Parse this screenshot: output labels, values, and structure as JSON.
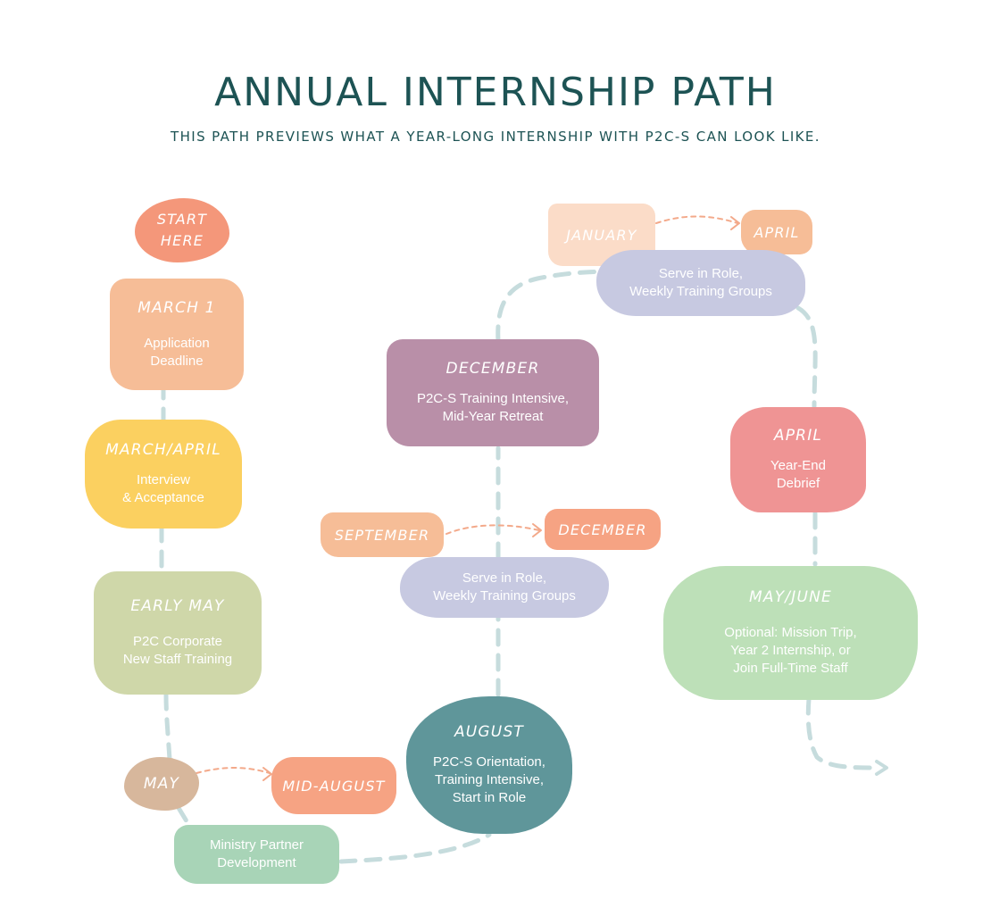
{
  "title": "ANNUAL INTERNSHIP PATH",
  "subtitle": "THIS PATH PREVIEWS WHAT A YEAR-LONG INTERNSHIP WITH P2C-S CAN LOOK LIKE.",
  "start": {
    "label": "START\nHERE"
  },
  "steps": {
    "march1": {
      "month": "MARCH 1",
      "desc": "Application\nDeadline"
    },
    "march_april": {
      "month": "MARCH/APRIL",
      "desc": "Interview\n& Acceptance"
    },
    "early_may": {
      "month": "EARLY MAY",
      "desc": "P2C Corporate\nNew Staff Training"
    },
    "may": {
      "month": "MAY"
    },
    "mid_august": {
      "month": "MID-AUGUST"
    },
    "ministry": {
      "desc": "Ministry Partner\nDevelopment"
    },
    "august": {
      "month": "AUGUST",
      "desc": "P2C-S Orientation,\nTraining Intensive,\nStart in Role"
    },
    "september": {
      "month": "SEPTEMBER"
    },
    "december_tag": {
      "month": "DECEMBER"
    },
    "serve1": {
      "desc": "Serve in Role,\nWeekly Training Groups"
    },
    "december": {
      "month": "DECEMBER",
      "desc": "P2C-S Training Intensive,\nMid-Year Retreat"
    },
    "january": {
      "month": "JANUARY"
    },
    "april_tag": {
      "month": "APRIL"
    },
    "serve2": {
      "desc": "Serve in Role,\nWeekly Training Groups"
    },
    "april": {
      "month": "APRIL",
      "desc": "Year-End\nDebrief"
    },
    "may_june": {
      "month": "MAY/JUNE",
      "desc": "Optional: Mission Trip,\nYear 2 Internship, or\nJoin Full-Time Staff"
    }
  },
  "colors": {
    "title": "#1d5354",
    "path": "#c6dcdd",
    "arrow": "#f3a98a",
    "start": "#f4977a",
    "march1": "#f6bd97",
    "march_april": "#fbd060",
    "early_may": "#cfd7a9",
    "may": "#d7b79c",
    "mid_august": "#f6a383",
    "ministry": "#a8d4b7",
    "august": "#5f969a",
    "september": "#f6bd97",
    "serve": "#c7c9e1",
    "december": "#b98fa8",
    "january": "#fbdcc8",
    "april_tag": "#f6bd97",
    "april": "#ef9494",
    "may_june": "#bde0b8"
  }
}
